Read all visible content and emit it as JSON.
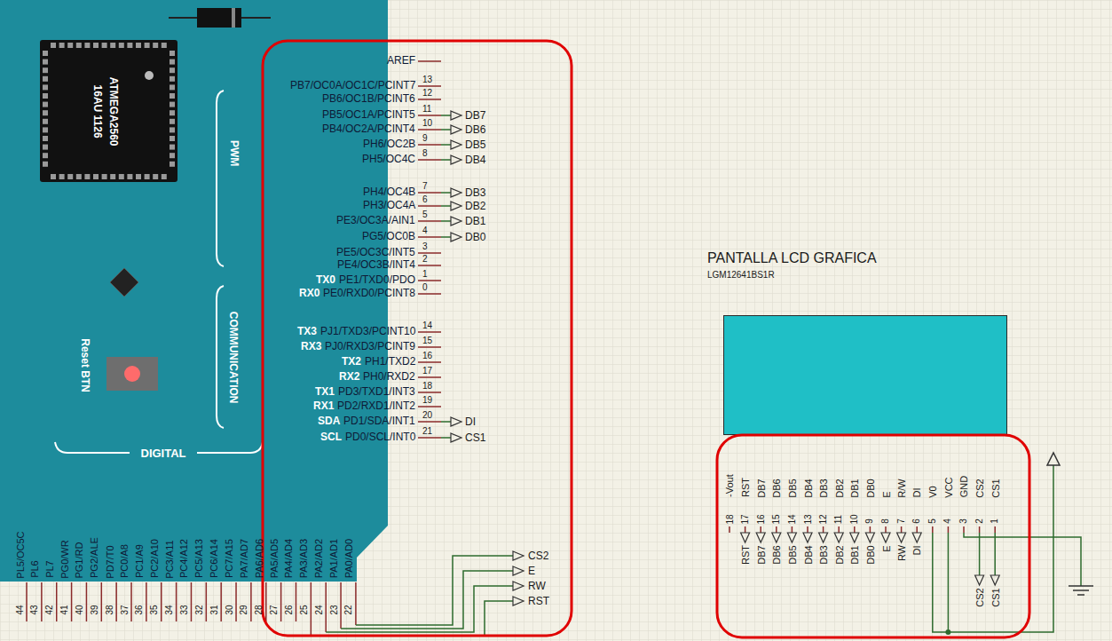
{
  "diagram": {
    "nodes": [
      {
        "text": [
          "PWM",
          "COMMUNICATION",
          "DIGITAL",
          "Reset BTN"
        ]
      },
      {
        "text": [
          "ATMEGA2560",
          "16AU 1126"
        ],
        "in": 0
      },
      {
        "text": [
          "PANTALLA LCD GRAFICA",
          "LGM12641BS1R"
        ]
      }
    ],
    "labels": [
      "AREF",
      "PB7/OC0A/OC1C/PCINT7",
      "PB6/OC1B/PCINT6",
      "PB5/OC1A/PCINT5",
      "PB4/OC2A/PCINT4",
      "PH6/OC2B",
      "PH5/OC4C",
      "PH4/OC4B",
      "PH3/OC4A",
      "PE3/OC3A/AIN1",
      "PG5/OC0B",
      "PE5/OC3C/INT5",
      "PE4/OC3B/INT4",
      "PE1/TXD0/PDO",
      "PE0/RXD0/PCINT8",
      "PJ1/TXD3/PCINT10",
      "PJ0/RXD3/PCINT9",
      "PH1/TXD2",
      "PH0/RXD2",
      "PD3/TXD1/INT3",
      "PD2/RXD1/INT2",
      "PD1/SDA/INT1",
      "PD0/SCL/INT0",
      "13",
      "12",
      "11",
      "10",
      "9",
      "8",
      "7",
      "6",
      "5",
      "4",
      "3",
      "2",
      "1",
      "0",
      "14",
      "15",
      "16",
      "17",
      "18",
      "19",
      "20",
      "21",
      "TX0",
      "RX0",
      "TX3",
      "RX3",
      "TX2",
      "RX2",
      "TX1",
      "RX1",
      "SDA",
      "SCL",
      "DB7",
      "DB6",
      "DB5",
      "DB4",
      "DB3",
      "DB2",
      "DB1",
      "DB0",
      "DI",
      "CS1",
      "CS2",
      "E",
      "RW",
      "RST",
      "PL5/OC5C",
      "PL6",
      "PL7",
      "PG0/WR",
      "PG1/RD",
      "PG2/ALE",
      "PD7/T0",
      "PC0/A8",
      "PC1/A9",
      "PC2/A10",
      "PC3/A11",
      "PC4/A12",
      "PC5/A13",
      "PC6/A14",
      "PC7/A15",
      "PA7/AD7",
      "PA6/AD6",
      "PA5/AD5",
      "PA4/AD4",
      "PA3/AD3",
      "PA2/AD2",
      "PA1/AD1",
      "PA0/AD0",
      "44",
      "43",
      "42",
      "41",
      "40",
      "39",
      "38",
      "37",
      "36",
      "35",
      "34",
      "33",
      "32",
      "31",
      "30",
      "29",
      "28",
      "27",
      "26",
      "25",
      "24",
      "23",
      "22",
      "-Vout",
      "RST",
      "DB7",
      "DB6",
      "DB5",
      "DB4",
      "DB3",
      "DB2",
      "DB1",
      "DB0",
      "E",
      "R/W",
      "DI",
      "V0",
      "VCC",
      "GND",
      "CS2",
      "CS1",
      "18",
      "17",
      "16",
      "15",
      "14",
      "13",
      "12",
      "11",
      "10",
      "9",
      "8",
      "7",
      "6",
      "5",
      "4",
      "3",
      "2",
      "1",
      "RST",
      "DB7",
      "DB6",
      "DB5",
      "DB4",
      "DB3",
      "DB2",
      "DB1",
      "DB0",
      "E",
      "RW",
      "DI",
      "CS2",
      "CS1"
    ]
  }
}
